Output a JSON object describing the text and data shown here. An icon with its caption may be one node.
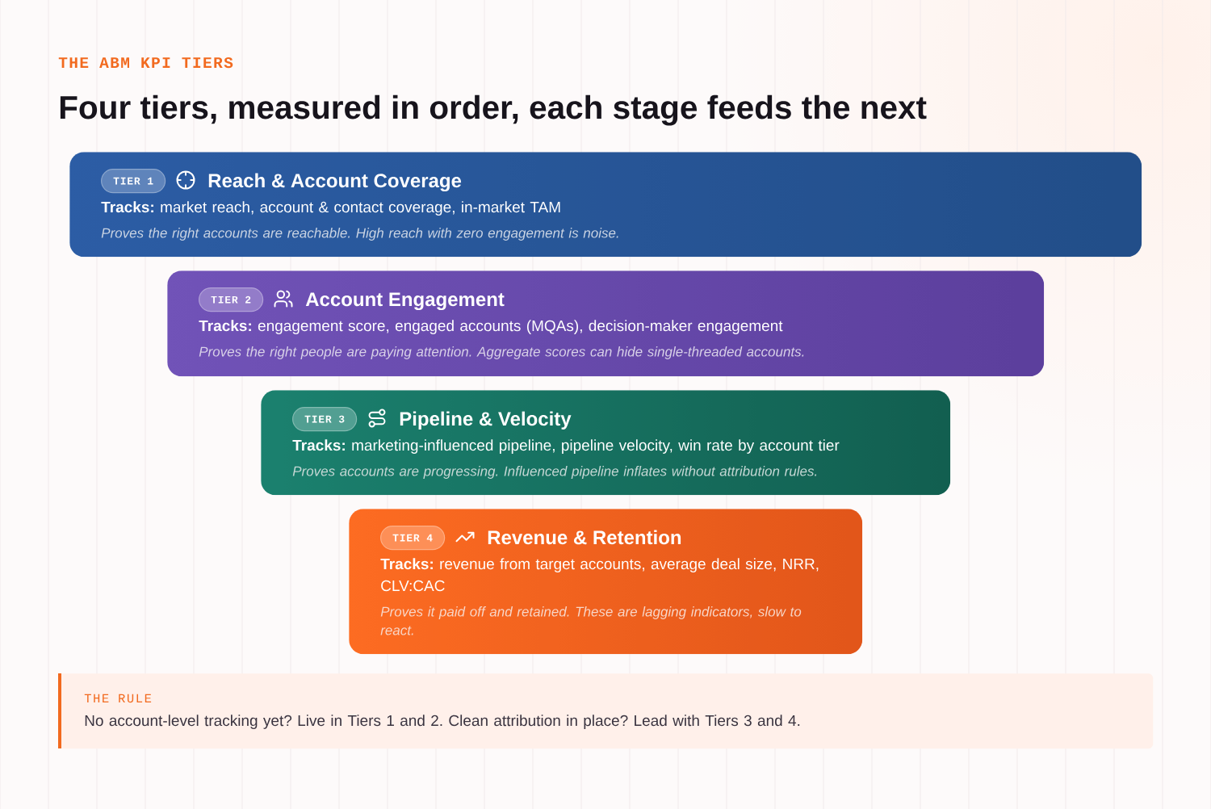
{
  "diagram": {
    "title": "Four tiers, measured in order, each stage feeds the next",
    "nodes": [
      {
        "text": [
          "Reach & Account Coverage",
          "**Tracks:** market reach, account & contact coverage, in-market TAM",
          "Proves the right accounts are reachable. High reach with zero engagement is noise."
        ]
      },
      {
        "text": [
          "TIER 1"
        ],
        "in": 0
      },
      {
        "text": [
          "Account Engagement",
          "**Tracks:** engagement score, engaged accounts (MQAs), decision-maker engagement",
          "Proves the right people are paying attention. Aggregate scores can hide single-threaded accounts."
        ]
      },
      {
        "text": [
          "TIER 2"
        ],
        "in": 2
      },
      {
        "text": [
          "Pipeline & Velocity",
          "**Tracks:** marketing-influenced pipeline, pipeline velocity, win rate by account tier",
          "Proves accounts are progressing. Influenced pipeline inflates without attribution rules."
        ]
      },
      {
        "text": [
          "TIER 3"
        ],
        "in": 4
      },
      {
        "text": [
          "Revenue & Retention",
          "**Tracks:** revenue from target accounts, average deal size, NRR, CLV:CAC",
          "Proves it paid off and retained. These are lagging indicators, slow to react."
        ]
      },
      {
        "text": [
          "TIER 4"
        ],
        "in": 6
      },
      {
        "text": [
          "THE RULE",
          "No account-level tracking yet? Live in Tiers 1 and 2. Clean attribution in place? Lead with Tiers 3 and 4."
        ]
      }
    ],
    "labels": [
      "THE ABM KPI TIERS"
    ]
  }
}
